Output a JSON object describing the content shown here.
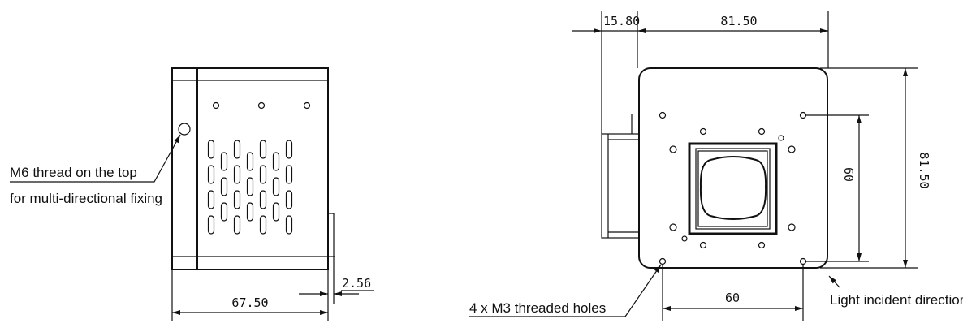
{
  "side_view": {
    "callout_line1": "M6 thread on the top",
    "callout_line2": "for multi-directional fixing",
    "dim_width": "67.50",
    "dim_offset": "2.56"
  },
  "front_view": {
    "dim_connector": "15.80",
    "dim_width": "81.50",
    "dim_height": "81.50",
    "dim_hole_vertical": "60",
    "dim_hole_horizontal": "60",
    "callout_holes": "4 x M3 threaded holes",
    "callout_light": "Light incident direction"
  }
}
